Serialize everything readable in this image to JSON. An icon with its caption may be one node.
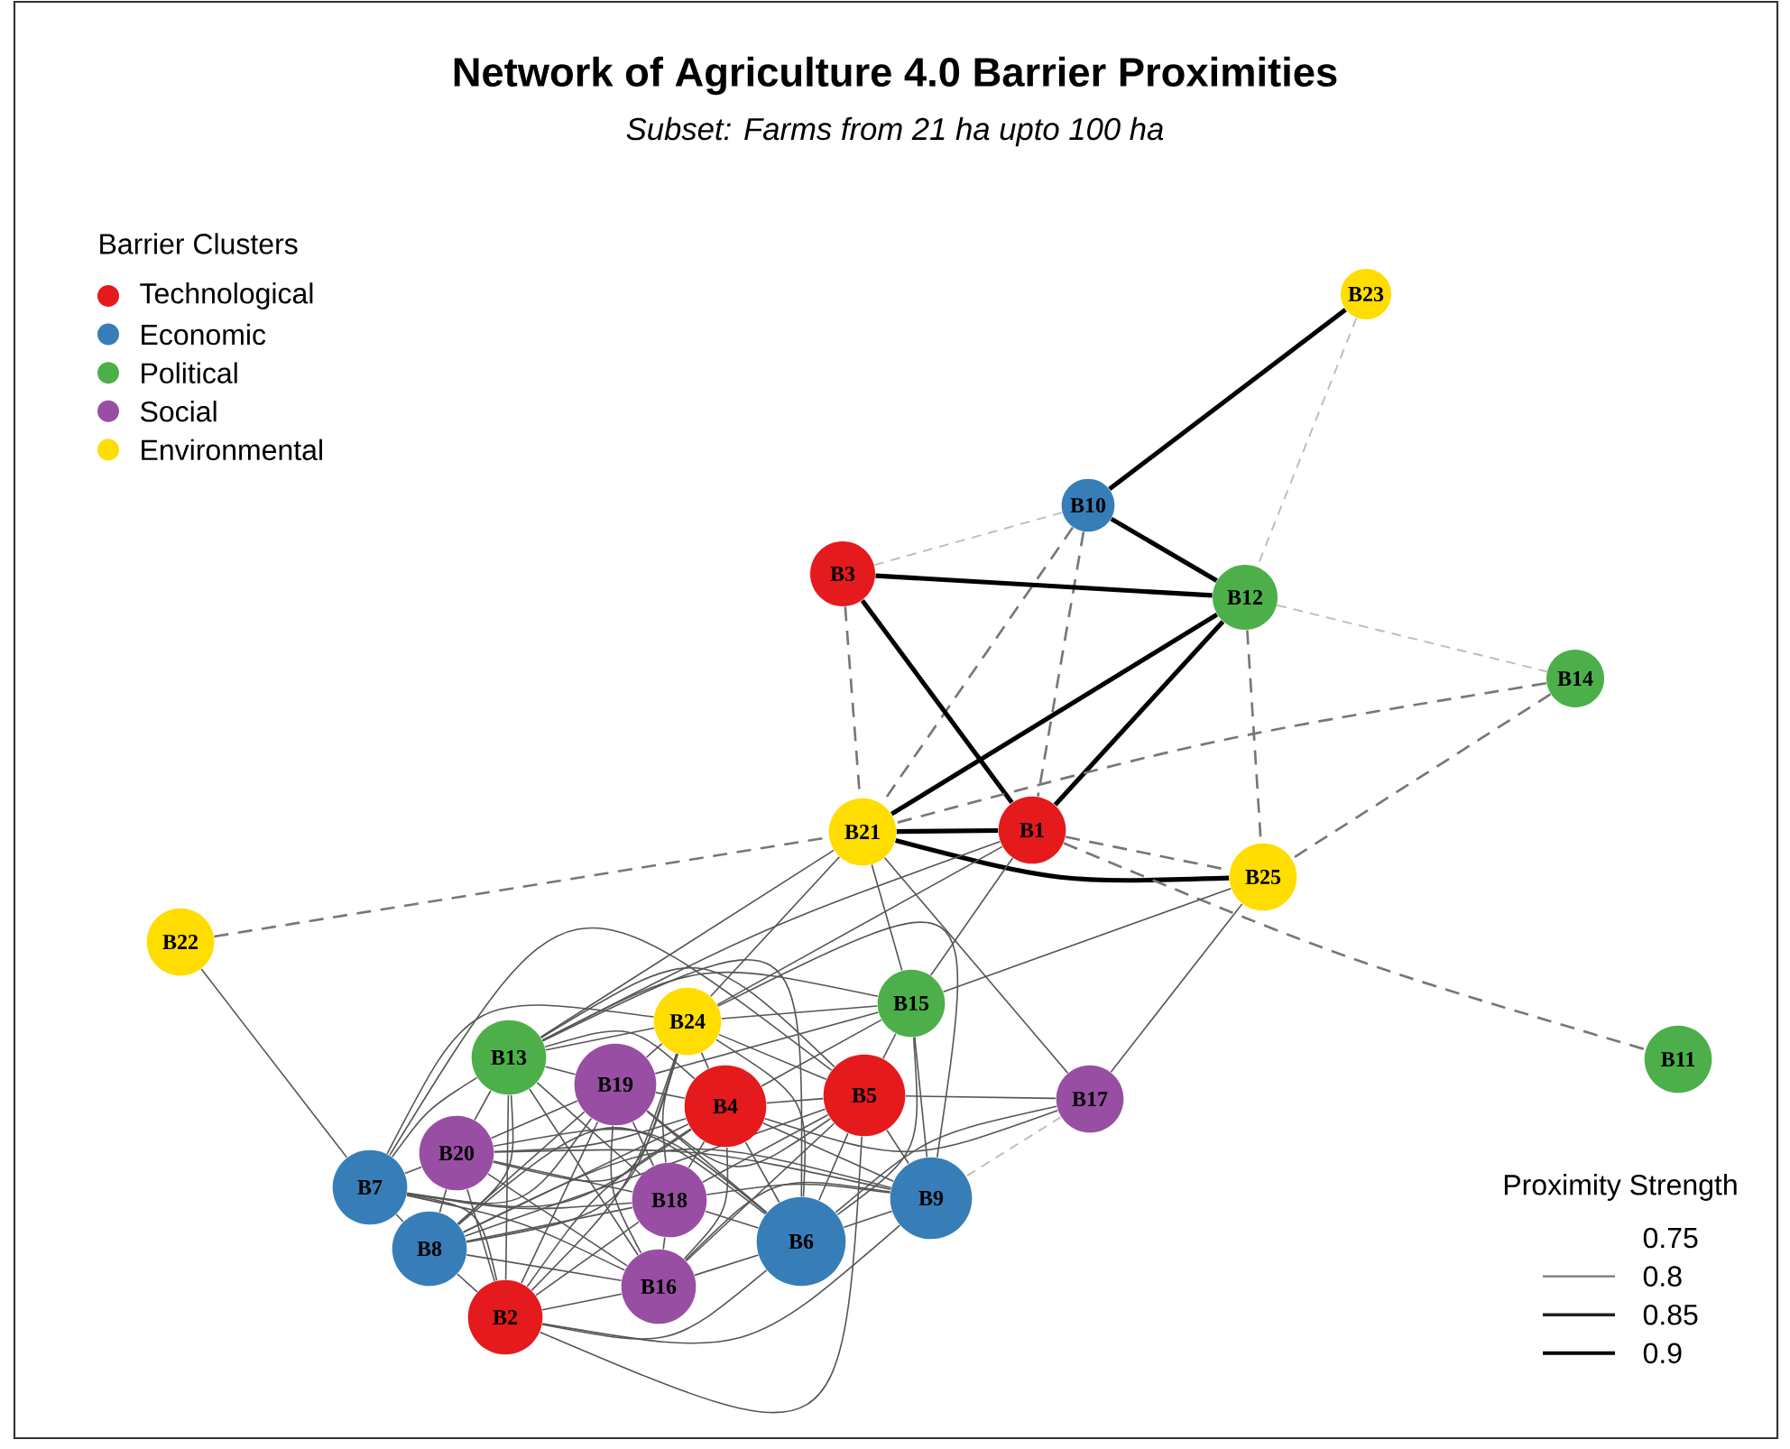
{
  "diagram": {
    "title": "Network of Agriculture 4.0 Barrier Proximities",
    "caption": "Subset: Farms from 21 ha upto 100 ha",
    "nodes": [
      {
        "text": [
          "B23"
        ]
      },
      {
        "text": [
          "B10"
        ]
      },
      {
        "text": [
          "B3"
        ]
      },
      {
        "text": [
          "B12"
        ]
      },
      {
        "text": [
          "B14"
        ]
      },
      {
        "text": [
          "B21"
        ]
      },
      {
        "text": [
          "B1"
        ]
      },
      {
        "text": [
          "B25"
        ]
      },
      {
        "text": [
          "B22"
        ]
      },
      {
        "text": [
          "B24"
        ]
      },
      {
        "text": [
          "B15"
        ]
      },
      {
        "text": [
          "B11"
        ]
      },
      {
        "text": [
          "B13"
        ]
      },
      {
        "text": [
          "B19"
        ]
      },
      {
        "text": [
          "B5"
        ]
      },
      {
        "text": [
          "B17"
        ]
      },
      {
        "text": [
          "B4"
        ]
      },
      {
        "text": [
          "B20"
        ]
      },
      {
        "text": [
          "B7"
        ]
      },
      {
        "text": [
          "B9"
        ]
      },
      {
        "text": [
          "B18"
        ]
      },
      {
        "text": [
          "B6"
        ]
      },
      {
        "text": [
          "B8"
        ]
      },
      {
        "text": [
          "B16"
        ]
      },
      {
        "text": [
          "B2"
        ]
      }
    ],
    "edges": [
      {
        "from": 0,
        "to": 1,
        "arrow": "none",
        "style": "thick"
      },
      {
        "from": 0,
        "to": 3,
        "arrow": "none",
        "style": "dashed",
        "color": "#bbbbbb"
      },
      {
        "from": 1,
        "to": 2,
        "arrow": "none",
        "style": "dashed",
        "color": "#bbbbbb"
      },
      {
        "from": 1,
        "to": 3,
        "arrow": "none",
        "style": "thick"
      },
      {
        "from": 1,
        "to": 5,
        "arrow": "none",
        "style": "dashed"
      },
      {
        "from": 1,
        "to": 6,
        "arrow": "none",
        "style": "dashed"
      },
      {
        "from": 2,
        "to": 3,
        "arrow": "none",
        "style": "thick"
      },
      {
        "from": 2,
        "to": 6,
        "arrow": "none",
        "style": "thick"
      },
      {
        "from": 2,
        "to": 5,
        "arrow": "none",
        "style": "dashed"
      },
      {
        "from": 3,
        "to": 5,
        "arrow": "none",
        "style": "thick"
      },
      {
        "from": 3,
        "to": 6,
        "arrow": "none",
        "style": "thick"
      },
      {
        "from": 3,
        "to": 7,
        "arrow": "none",
        "style": "dashed"
      },
      {
        "from": 3,
        "to": 4,
        "arrow": "none",
        "style": "dashed",
        "color": "#bbbbbb"
      },
      {
        "from": 4,
        "to": 5,
        "arrow": "none",
        "style": "dashed"
      },
      {
        "from": 4,
        "to": 7,
        "arrow": "none",
        "style": "dashed"
      },
      {
        "from": 5,
        "to": 6,
        "arrow": "none",
        "style": "thick"
      },
      {
        "from": 5,
        "to": 7,
        "arrow": "none",
        "style": "thick"
      },
      {
        "from": 6,
        "to": 7,
        "arrow": "none",
        "style": "dashed"
      },
      {
        "from": 6,
        "to": 11,
        "arrow": "none",
        "style": "dashed"
      },
      {
        "from": 8,
        "to": 5,
        "arrow": "none",
        "style": "dashed"
      },
      {
        "from": 8,
        "to": 18,
        "arrow": "none"
      },
      {
        "from": 5,
        "to": 12,
        "arrow": "none"
      },
      {
        "from": 5,
        "to": 9,
        "arrow": "none"
      },
      {
        "from": 5,
        "to": 10,
        "arrow": "none"
      },
      {
        "from": 5,
        "to": 15,
        "arrow": "none"
      },
      {
        "from": 6,
        "to": 12,
        "arrow": "none"
      },
      {
        "from": 6,
        "to": 9,
        "arrow": "none"
      },
      {
        "from": 6,
        "to": 10,
        "arrow": "none"
      },
      {
        "from": 7,
        "to": 10,
        "arrow": "none"
      },
      {
        "from": 7,
        "to": 15,
        "arrow": "none"
      },
      {
        "from": 10,
        "to": 9,
        "arrow": "none"
      },
      {
        "from": 10,
        "to": 12,
        "arrow": "none"
      },
      {
        "from": 10,
        "to": 13,
        "arrow": "none"
      },
      {
        "from": 10,
        "to": 14,
        "arrow": "none"
      },
      {
        "from": 10,
        "to": 16,
        "arrow": "none"
      },
      {
        "from": 10,
        "to": 19,
        "arrow": "none"
      },
      {
        "from": 10,
        "to": 21,
        "arrow": "none"
      },
      {
        "from": 15,
        "to": 14,
        "arrow": "none"
      },
      {
        "from": 15,
        "to": 16,
        "arrow": "none"
      },
      {
        "from": 15,
        "to": 21,
        "arrow": "none"
      },
      {
        "from": 15,
        "to": 19,
        "arrow": "none",
        "style": "dashed",
        "color": "#bbbbbb"
      },
      {
        "from": 9,
        "to": 12,
        "arrow": "none"
      },
      {
        "from": 9,
        "to": 13,
        "arrow": "none"
      },
      {
        "from": 9,
        "to": 14,
        "arrow": "none"
      },
      {
        "from": 9,
        "to": 16,
        "arrow": "none"
      },
      {
        "from": 9,
        "to": 17,
        "arrow": "none"
      },
      {
        "from": 9,
        "to": 18,
        "arrow": "none"
      },
      {
        "from": 9,
        "to": 19,
        "arrow": "none"
      },
      {
        "from": 9,
        "to": 20,
        "arrow": "none"
      },
      {
        "from": 9,
        "to": 21,
        "arrow": "none"
      },
      {
        "from": 9,
        "to": 22,
        "arrow": "none"
      },
      {
        "from": 9,
        "to": 24,
        "arrow": "none"
      },
      {
        "from": 12,
        "to": 13,
        "arrow": "none"
      },
      {
        "from": 12,
        "to": 14,
        "arrow": "none"
      },
      {
        "from": 12,
        "to": 16,
        "arrow": "none"
      },
      {
        "from": 12,
        "to": 17,
        "arrow": "none"
      },
      {
        "from": 12,
        "to": 18,
        "arrow": "none"
      },
      {
        "from": 12,
        "to": 20,
        "arrow": "none"
      },
      {
        "from": 12,
        "to": 21,
        "arrow": "none"
      },
      {
        "from": 12,
        "to": 22,
        "arrow": "none"
      },
      {
        "from": 12,
        "to": 23,
        "arrow": "none"
      },
      {
        "from": 12,
        "to": 24,
        "arrow": "none"
      },
      {
        "from": 13,
        "to": 14,
        "arrow": "none"
      },
      {
        "from": 13,
        "to": 16,
        "arrow": "none"
      },
      {
        "from": 13,
        "to": 17,
        "arrow": "none"
      },
      {
        "from": 13,
        "to": 18,
        "arrow": "none"
      },
      {
        "from": 13,
        "to": 20,
        "arrow": "none"
      },
      {
        "from": 13,
        "to": 21,
        "arrow": "none"
      },
      {
        "from": 13,
        "to": 22,
        "arrow": "none"
      },
      {
        "from": 13,
        "to": 23,
        "arrow": "none"
      },
      {
        "from": 13,
        "to": 24,
        "arrow": "none"
      },
      {
        "from": 14,
        "to": 16,
        "arrow": "none"
      },
      {
        "from": 14,
        "to": 18,
        "arrow": "none"
      },
      {
        "from": 14,
        "to": 19,
        "arrow": "none"
      },
      {
        "from": 14,
        "to": 20,
        "arrow": "none"
      },
      {
        "from": 14,
        "to": 21,
        "arrow": "none"
      },
      {
        "from": 14,
        "to": 22,
        "arrow": "none"
      },
      {
        "from": 14,
        "to": 23,
        "arrow": "none"
      },
      {
        "from": 14,
        "to": 24,
        "arrow": "none"
      },
      {
        "from": 16,
        "to": 17,
        "arrow": "none"
      },
      {
        "from": 16,
        "to": 18,
        "arrow": "none"
      },
      {
        "from": 16,
        "to": 19,
        "arrow": "none"
      },
      {
        "from": 16,
        "to": 20,
        "arrow": "none"
      },
      {
        "from": 16,
        "to": 21,
        "arrow": "none"
      },
      {
        "from": 16,
        "to": 22,
        "arrow": "none"
      },
      {
        "from": 16,
        "to": 23,
        "arrow": "none"
      },
      {
        "from": 16,
        "to": 24,
        "arrow": "none"
      },
      {
        "from": 17,
        "to": 18,
        "arrow": "none"
      },
      {
        "from": 17,
        "to": 19,
        "arrow": "none"
      },
      {
        "from": 17,
        "to": 20,
        "arrow": "none"
      },
      {
        "from": 17,
        "to": 21,
        "arrow": "none"
      },
      {
        "from": 17,
        "to": 22,
        "arrow": "none"
      },
      {
        "from": 17,
        "to": 23,
        "arrow": "none"
      },
      {
        "from": 17,
        "to": 24,
        "arrow": "none"
      },
      {
        "from": 18,
        "to": 20,
        "arrow": "none"
      },
      {
        "from": 18,
        "to": 22,
        "arrow": "none"
      },
      {
        "from": 18,
        "to": 23,
        "arrow": "none"
      },
      {
        "from": 18,
        "to": 24,
        "arrow": "none"
      },
      {
        "from": 19,
        "to": 20,
        "arrow": "none"
      },
      {
        "from": 19,
        "to": 21,
        "arrow": "none"
      },
      {
        "from": 19,
        "to": 22,
        "arrow": "none"
      },
      {
        "from": 19,
        "to": 23,
        "arrow": "none"
      },
      {
        "from": 19,
        "to": 24,
        "arrow": "none"
      },
      {
        "from": 20,
        "to": 21,
        "arrow": "none"
      },
      {
        "from": 20,
        "to": 22,
        "arrow": "none"
      },
      {
        "from": 20,
        "to": 23,
        "arrow": "none"
      },
      {
        "from": 20,
        "to": 24,
        "arrow": "none"
      },
      {
        "from": 21,
        "to": 22,
        "arrow": "none"
      },
      {
        "from": 21,
        "to": 23,
        "arrow": "none"
      },
      {
        "from": 21,
        "to": 24,
        "arrow": "none"
      },
      {
        "from": 22,
        "to": 23,
        "arrow": "none"
      },
      {
        "from": 22,
        "to": 24,
        "arrow": "none"
      },
      {
        "from": 23,
        "to": 24,
        "arrow": "none"
      }
    ],
    "labels": [
      "Barrier Clusters",
      "Proximity Strength"
    ],
    "legend": [
      {
        "text": "Technological",
        "color": "#e41a1c"
      },
      {
        "text": "Economic",
        "color": "#377eb8"
      },
      {
        "text": "Political",
        "color": "#4daf4a"
      },
      {
        "text": "Social",
        "color": "#984ea3"
      },
      {
        "text": "Environmental",
        "color": "#ffdd00"
      },
      {
        "text": "0.75"
      },
      {
        "text": "0.8"
      },
      {
        "text": "0.85"
      },
      {
        "text": "0.9"
      }
    ]
  }
}
